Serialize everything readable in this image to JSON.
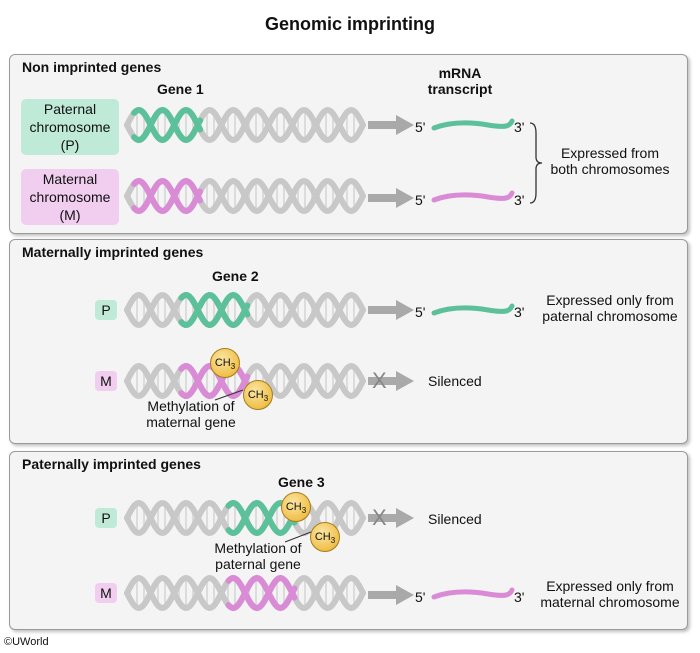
{
  "title": "Genomic imprinting",
  "panels": {
    "non": {
      "title": "Non imprinted genes",
      "gene": "Gene 1",
      "mrna_header_1": "mRNA",
      "mrna_header_2": "transcript",
      "paternal_label": [
        "Paternal",
        "chromosome",
        "(P)"
      ],
      "maternal_label": [
        "Maternal",
        "chromosome",
        "(M)"
      ],
      "five_prime": "5'",
      "three_prime": "3'",
      "expressed": [
        "Expressed from",
        "both chromosomes"
      ]
    },
    "maternal": {
      "title": "Maternally imprinted genes",
      "gene": "Gene 2",
      "p_tag": "P",
      "m_tag": "M",
      "five_prime": "5'",
      "three_prime": "3'",
      "expressed": [
        "Expressed only from",
        "paternal chromosome"
      ],
      "silenced": "Silenced",
      "x_mark": "X",
      "methylation": [
        "Methylation of",
        "maternal gene"
      ],
      "ch": "CH",
      "sub": "3"
    },
    "paternal": {
      "title": "Paternally imprinted genes",
      "gene": "Gene 3",
      "p_tag": "P",
      "m_tag": "M",
      "five_prime": "5'",
      "three_prime": "3'",
      "expressed": [
        "Expressed only from",
        "maternal chromosome"
      ],
      "silenced": "Silenced",
      "x_mark": "X",
      "methylation": [
        "Methylation of",
        "paternal gene"
      ],
      "ch": "CH",
      "sub": "3"
    }
  },
  "copyright": "©UWorld",
  "colors": {
    "paternal": "#5cc19a",
    "maternal": "#d98bd6",
    "dna_gray": "#c8c8c8",
    "panel_bg": "#f4f4f4"
  }
}
